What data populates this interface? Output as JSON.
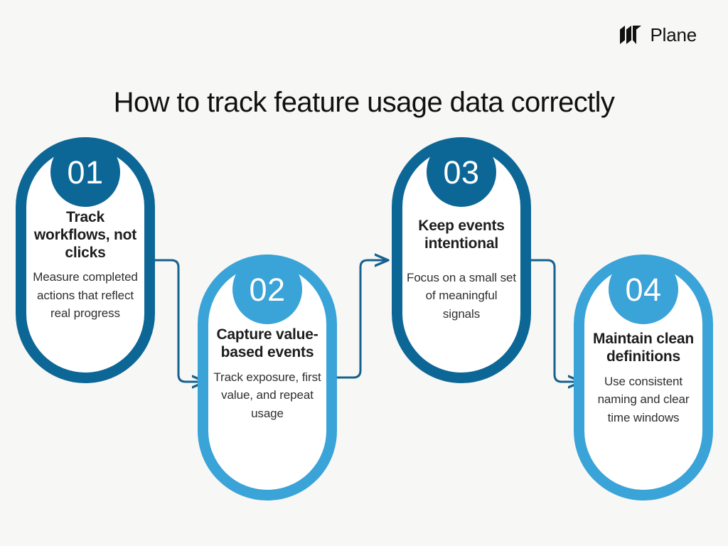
{
  "brand": {
    "name": "Plane",
    "logo_icon": "plane-logo-icon"
  },
  "header": {
    "title": "How to track feature usage data correctly"
  },
  "theme": {
    "background": "#f7f7f5",
    "dark_blue": "#0d6796",
    "light_blue": "#3aa3d8",
    "heading_text": "#1d1d1d",
    "body_text": "#2f2f2f",
    "badge_text": "#ffffff"
  },
  "steps": [
    {
      "number": "01",
      "heading": "Track workflows, not clicks",
      "description": "Measure completed actions that reflect real progress",
      "color": "dark"
    },
    {
      "number": "02",
      "heading": "Capture value-based events",
      "description": "Track exposure, first value, and repeat usage",
      "color": "light"
    },
    {
      "number": "03",
      "heading": "Keep events intentional",
      "description": "Focus on a small set of meaningful signals",
      "color": "dark"
    },
    {
      "number": "04",
      "heading": "Maintain clean definitions",
      "description": "Use consistent naming and clear time windows",
      "color": "light"
    }
  ],
  "connectors": [
    {
      "from": "01",
      "to": "02",
      "direction": "down-right"
    },
    {
      "from": "02",
      "to": "03",
      "direction": "up-right"
    },
    {
      "from": "03",
      "to": "04",
      "direction": "down-right"
    }
  ]
}
